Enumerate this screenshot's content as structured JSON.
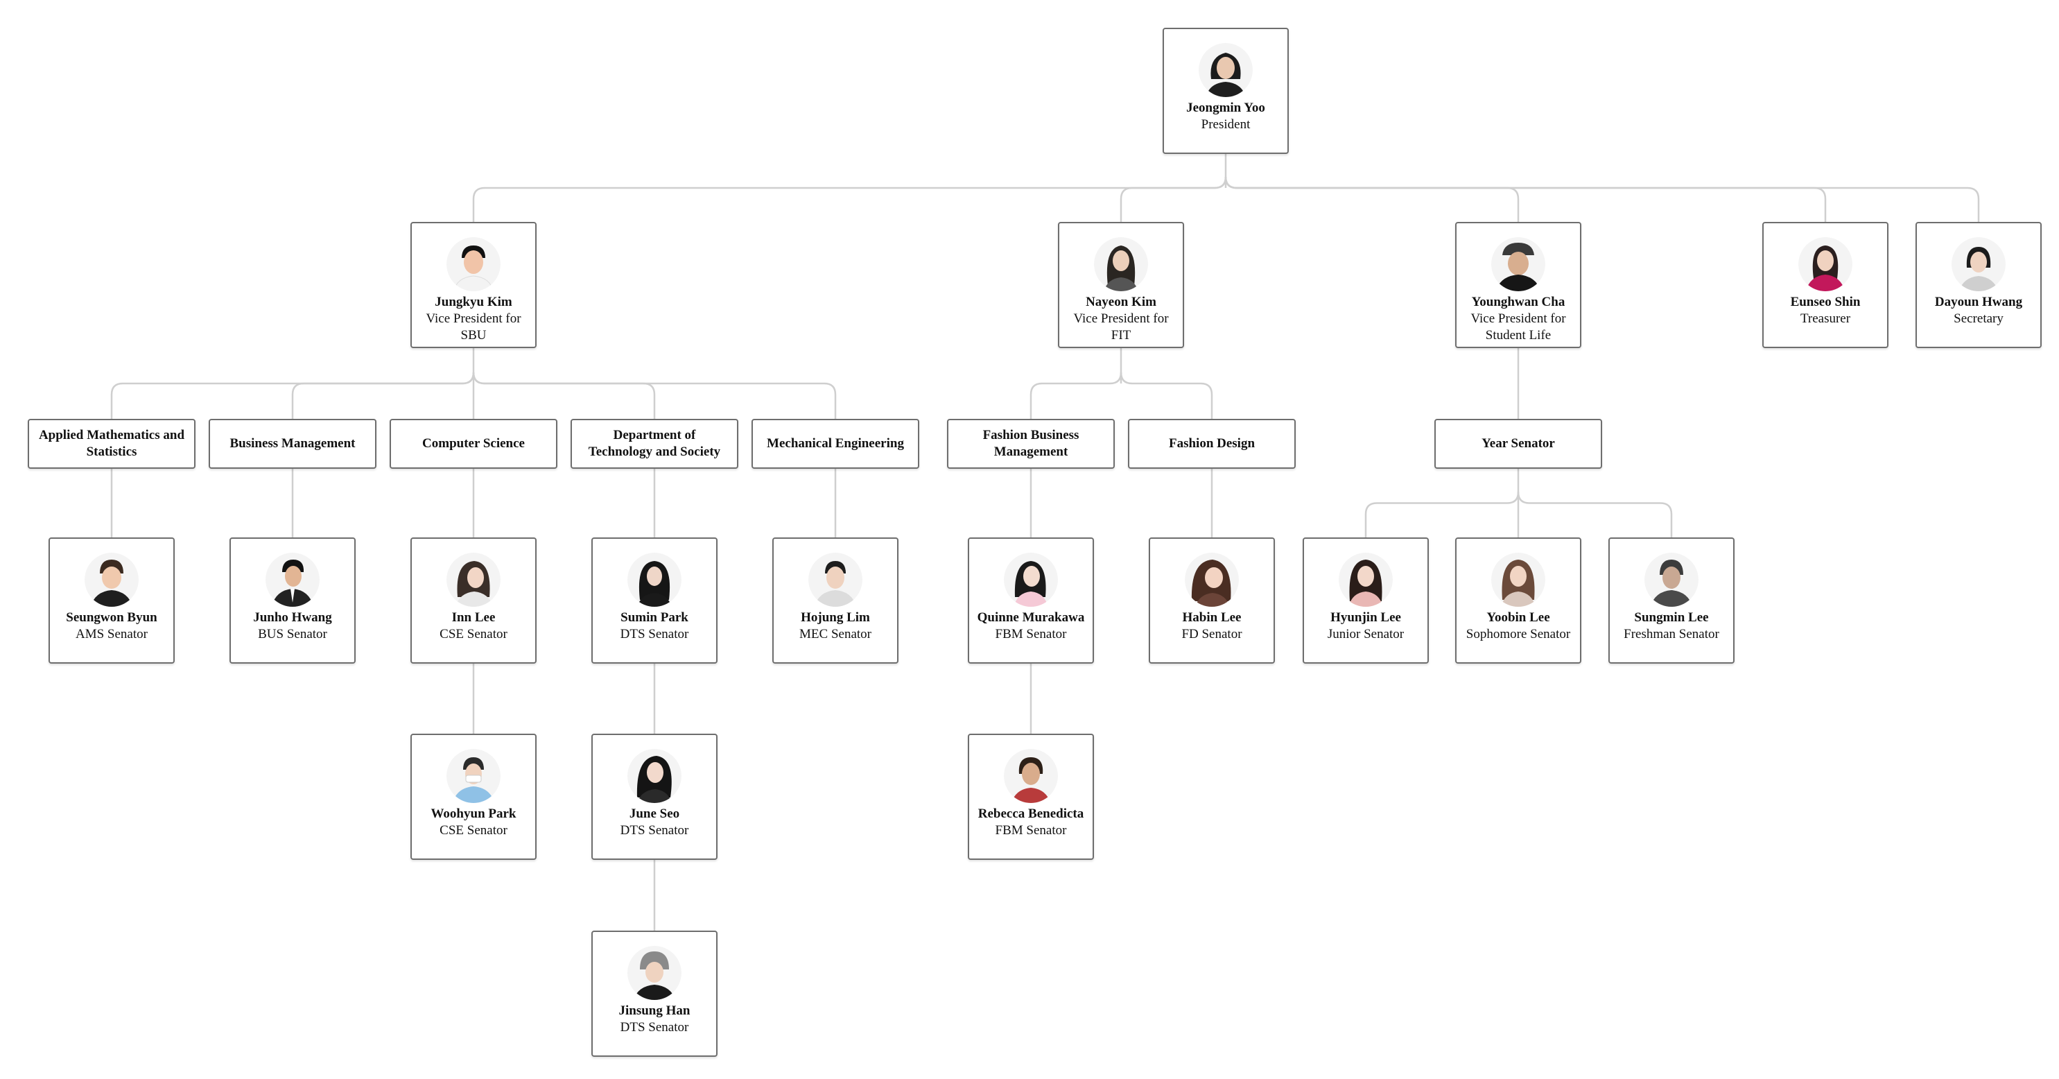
{
  "org": {
    "president": {
      "name": "Jeongmin Yoo",
      "role": "President"
    },
    "vp_sbu": {
      "name": "Jungkyu Kim",
      "role": "Vice President for SBU"
    },
    "vp_fit": {
      "name": "Nayeon Kim",
      "role": "Vice President for FIT"
    },
    "vp_life": {
      "name": "Younghwan Cha",
      "role": "Vice President for Student Life"
    },
    "treasurer": {
      "name": "Eunseo Shin",
      "role": "Treasurer"
    },
    "secretary": {
      "name": "Dayoun Hwang",
      "role": "Secretary"
    },
    "groups": {
      "ams": "Applied Mathematics and Statistics",
      "bus": "Business Management",
      "cse": "Computer Science",
      "dts": "Department of Technology and Society",
      "mec": "Mechanical Engineering",
      "fbm": "Fashion Business Management",
      "fd": "Fashion Design",
      "year": "Year Senator"
    },
    "senators": {
      "seungwon": {
        "name": "Seungwon Byun",
        "role": "AMS Senator"
      },
      "junho": {
        "name": "Junho Hwang",
        "role": "BUS Senator"
      },
      "inn": {
        "name": "Inn Lee",
        "role": "CSE Senator"
      },
      "woohyun": {
        "name": "Woohyun Park",
        "role": "CSE Senator"
      },
      "sumin": {
        "name": "Sumin Park",
        "role": "DTS Senator"
      },
      "june": {
        "name": "June Seo",
        "role": "DTS Senator"
      },
      "jinsung": {
        "name": "Jinsung Han",
        "role": "DTS Senator"
      },
      "hojung": {
        "name": "Hojung Lim",
        "role": "MEC Senator"
      },
      "quinne": {
        "name": "Quinne Murakawa",
        "role": "FBM Senator"
      },
      "rebecca": {
        "name": "Rebecca Benedicta",
        "role": "FBM Senator"
      },
      "habin": {
        "name": "Habin Lee",
        "role": "FD Senator"
      },
      "hyunjin": {
        "name": "Hyunjin Lee",
        "role": "Junior Senator"
      },
      "yoobin": {
        "name": "Yoobin Lee",
        "role": "Sophomore Senator"
      },
      "sungmin": {
        "name": "Sungmin Lee",
        "role": "Freshman Senator"
      }
    }
  }
}
